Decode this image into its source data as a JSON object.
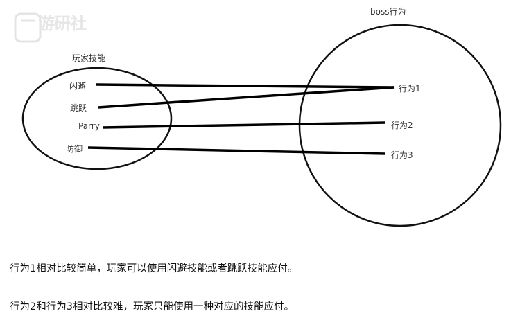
{
  "watermark": "游研社",
  "player_title": "玩家技能",
  "boss_title": "boss行为",
  "skills": [
    "闪避",
    "跳跃",
    "Parry",
    "防御"
  ],
  "behaviors": [
    "行为1",
    "行为2",
    "行为3"
  ],
  "connections": [
    {
      "from": "闪避",
      "to": "行为1"
    },
    {
      "from": "跳跃",
      "to": "行为1"
    },
    {
      "from": "Parry",
      "to": "行为2"
    },
    {
      "from": "防御",
      "to": "行为3"
    }
  ],
  "paragraphs": [
    "行为1相对比较简单，玩家可以使用闪避技能或者跳跃技能应付。",
    "行为2和行为3相对比较难，玩家只能使用一种对应的技能应付。"
  ]
}
